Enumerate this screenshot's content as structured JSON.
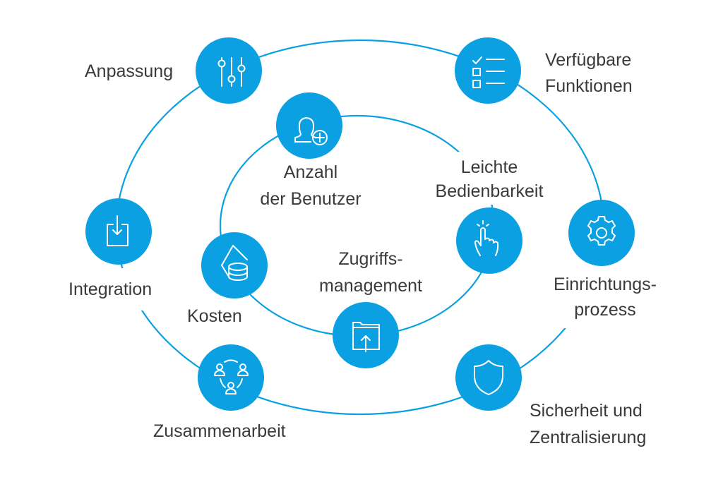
{
  "colors": {
    "accent": "#0aa0e2",
    "text": "#3a3a3a"
  },
  "outer_ring": [
    {
      "id": "anpassung",
      "icon": "sliders-icon",
      "lines": [
        "Anpassung"
      ]
    },
    {
      "id": "verfuegbare-funktionen",
      "icon": "checklist-icon",
      "lines": [
        "Verfügbare",
        "Funktionen"
      ]
    },
    {
      "id": "einrichtungsprozess",
      "icon": "gear-icon",
      "lines": [
        "Einrichtungs-",
        "prozess"
      ]
    },
    {
      "id": "sicherheit",
      "icon": "shield-icon",
      "lines": [
        "Sicherheit und",
        "Zentralisierung"
      ]
    },
    {
      "id": "zusammenarbeit",
      "icon": "team-icon",
      "lines": [
        "Zusammenarbeit"
      ]
    },
    {
      "id": "integration",
      "icon": "download-icon",
      "lines": [
        "Integration"
      ]
    }
  ],
  "inner_ring": [
    {
      "id": "anzahl-benutzer",
      "icon": "add-user-icon",
      "lines": [
        "Anzahl",
        "der Benutzer"
      ]
    },
    {
      "id": "leichte-bedienbarkeit",
      "icon": "touch-hand-icon",
      "lines": [
        "Leichte",
        "Bedienbarkeit"
      ]
    },
    {
      "id": "zugriffsmanagement",
      "icon": "folder-upload-icon",
      "lines": [
        "Zugriffs-",
        "management"
      ]
    },
    {
      "id": "kosten",
      "icon": "coins-icon",
      "lines": [
        "Kosten"
      ]
    }
  ]
}
